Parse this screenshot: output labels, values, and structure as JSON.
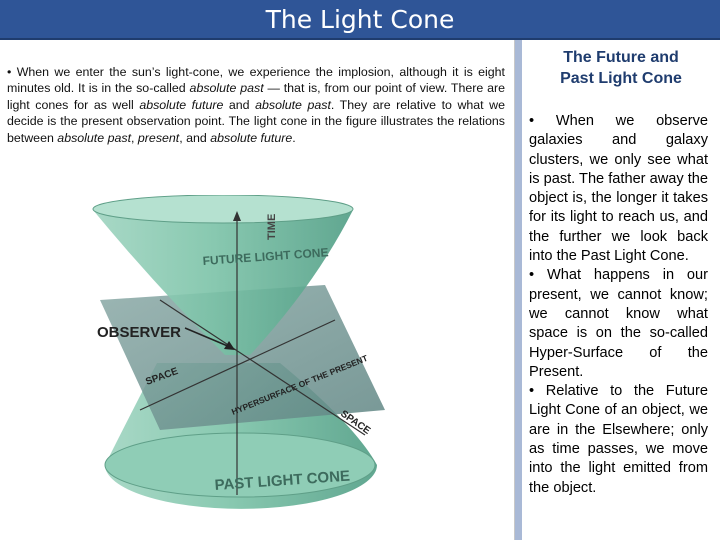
{
  "header": {
    "title": "The Light Cone"
  },
  "left": {
    "p1": "• When we enter the sun’s light-cone, we experience the implosion, although it is eight minutes old. It is in the so-called ",
    "p1_em": "absolute past",
    "p2": " — that is, from our point of view. There are light cones for as well ",
    "p2_em1": "absolute future",
    "p3": " and ",
    "p3_em": "absolute past",
    "p4": ". They are relative to what we decide is the present observation point. The light cone in the figure illustrates the relations between ",
    "p4_em1": "absolute past",
    "p5": ", ",
    "p5_em": "present",
    "p6": ", and ",
    "p6_em": "absolute future",
    "p7": "."
  },
  "figure": {
    "time": "TIME",
    "future": "FUTURE LIGHT CONE",
    "observer": "OBSERVER",
    "space_left": "SPACE",
    "space_right": "SPACE",
    "hyper": "HYPERSURFACE OF THE PRESENT",
    "past": "PAST LIGHT CONE"
  },
  "right": {
    "heading_line1": "The Future and",
    "heading_line2": "Past Light Cone",
    "b1": "• When we observe galaxies and galaxy clusters, we only see what is past. The father away the object is, the longer it takes for its light to reach us, and the further we look back into the Past Light Cone.",
    "b2": "• What happens in our present, we cannot know; we cannot know what space is on the so-called Hyper-Surface of the Present.",
    "b3": "• Relative to the Future Light Cone of an object, we are in the Elsewhere; only as time passes, we move into the light emitted from the object."
  }
}
